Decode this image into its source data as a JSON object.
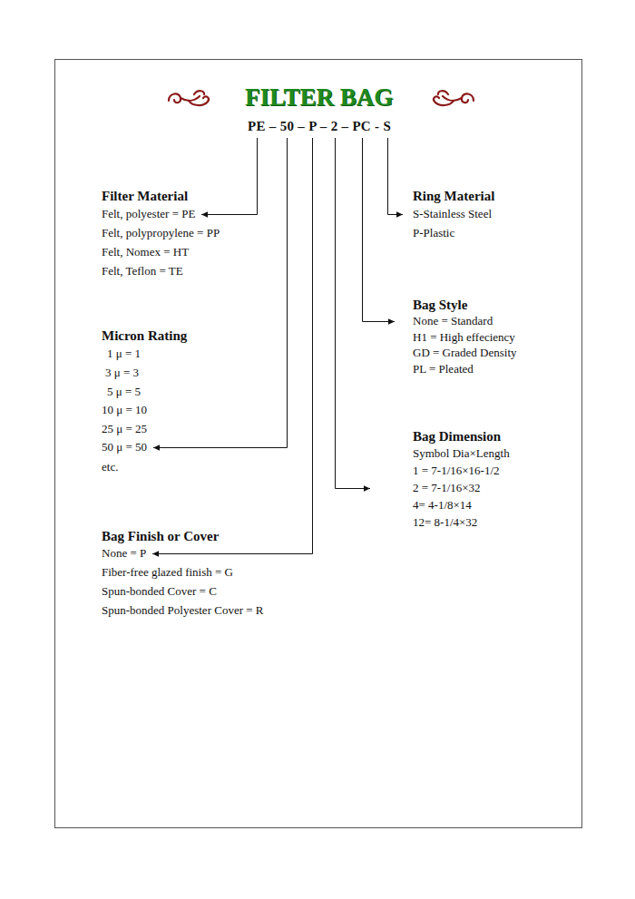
{
  "diagram": {
    "title": "FILTER BAG",
    "labels": [
      "PE – 50 – P – 2 – PC - S",
      "Filter Material",
      "Felt, polyester = PE",
      "Felt, polypropylene = PP",
      "Felt, Nomex = HT",
      "Felt, Teflon = TE",
      "Micron Rating",
      "1 μ = 1",
      "3 μ = 3",
      "5 μ = 5",
      "10 μ = 10",
      "25 μ = 25",
      "50 μ = 50",
      "etc.",
      "Bag Finish or Cover",
      "None = P",
      "Fiber-free glazed finish = G",
      "Spun-bonded Cover = C",
      "Spun-bonded Polyester Cover = R",
      "Ring Material",
      "S-Stainless Steel",
      "P-Plastic",
      "Bag Style",
      "None = Standard",
      "H1 = High effeciency",
      "GD = Graded Density",
      "PL = Pleated",
      "Bag Dimension",
      "Symbol Dia×Length",
      "1 = 7-1/16×16-1/2",
      "2 = 7-1/16×32",
      "4= 4-1/8×14",
      "12= 8-1/4×32"
    ]
  }
}
